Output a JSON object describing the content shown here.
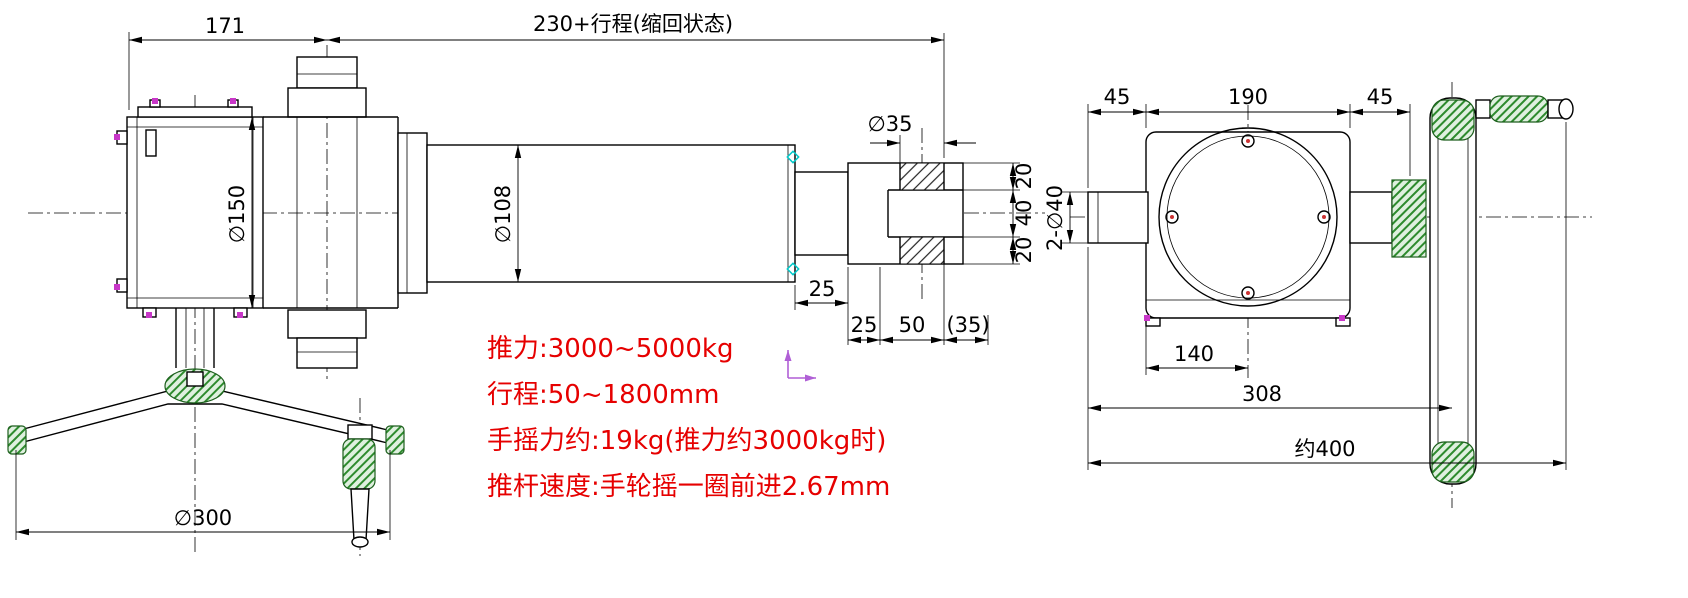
{
  "side_view": {
    "dims": {
      "d171": "171",
      "d230_stroke": "230+行程(缩回状态)",
      "d150": "∅150",
      "d108": "∅108",
      "d35": "∅35",
      "d20_top": "20",
      "d40": "40",
      "d20_bottom": "20",
      "d25_step": "25",
      "d25": "25",
      "d50": "50",
      "d35_ref": "(35)",
      "d300": "∅300"
    }
  },
  "end_view": {
    "dims": {
      "d45_left": "45",
      "d190": "190",
      "d45_right": "45",
      "d2x40": "2-∅40",
      "d140": "140",
      "d308": "308",
      "d400": "约400"
    }
  },
  "notes": {
    "thrust": "推力:3000~5000kg",
    "stroke": "行程:50~1800mm",
    "hand_force": "手摇力约:19kg(推力约3000kg时)",
    "rod_speed": "推杆速度:手轮摇一圈前进2.67mm"
  },
  "colors": {
    "line_black": "#000000",
    "note_red": "#e60000",
    "hatch_green": "#2e8b2e",
    "marker_magenta": "#c837c8",
    "marker_cyan": "#00c8c8"
  }
}
